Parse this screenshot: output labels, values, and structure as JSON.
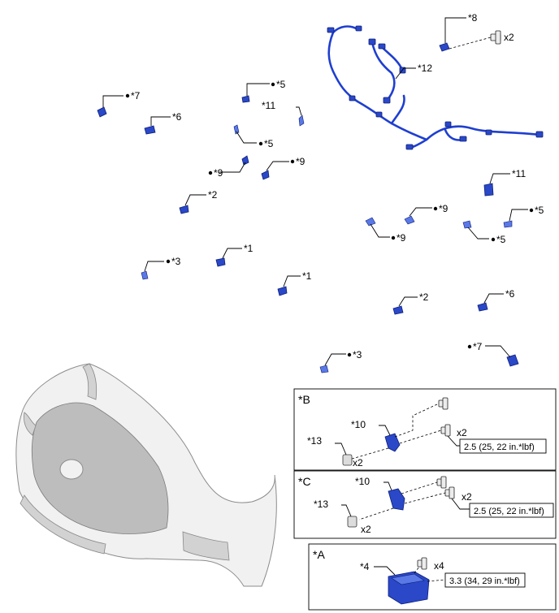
{
  "callouts": {
    "c1a": "*1",
    "c1b": "*1",
    "c2a": "*2",
    "c2b": "*2",
    "c3a": "*3",
    "c3b": "*3",
    "c5a": "*5",
    "c5b": "*5",
    "c5c": "*5",
    "c5d": "*5",
    "c6a": "*6",
    "c6b": "*6",
    "c7a": "*7",
    "c7b": "*7",
    "c8": "*8",
    "c9a": "*9",
    "c9b": "*9",
    "c9c": "*9",
    "c9d": "*9",
    "c11a": "*11",
    "c11b": "*11",
    "c12": "*12"
  },
  "inset_b": {
    "tag": "*B",
    "bracket": "*10",
    "clip": "*13",
    "qty_bolt": "x2",
    "qty_clip": "x2",
    "torque": "2.5 (25, 22 in.*lbf)"
  },
  "inset_c": {
    "tag": "*C",
    "bracket": "*10",
    "clip": "*13",
    "qty_bolt": "x2",
    "qty_clip": "x2",
    "torque": "2.5 (25, 22 in.*lbf)"
  },
  "inset_a": {
    "tag": "*A",
    "part": "*4",
    "qty_bolt": "x4",
    "torque": "3.3 (34, 29 in.*lbf)"
  },
  "bolt_qty_top": "x2",
  "colors": {
    "part": "#2a48c8",
    "outline": "#0d1f78",
    "bumper": "#f1f1f1"
  }
}
